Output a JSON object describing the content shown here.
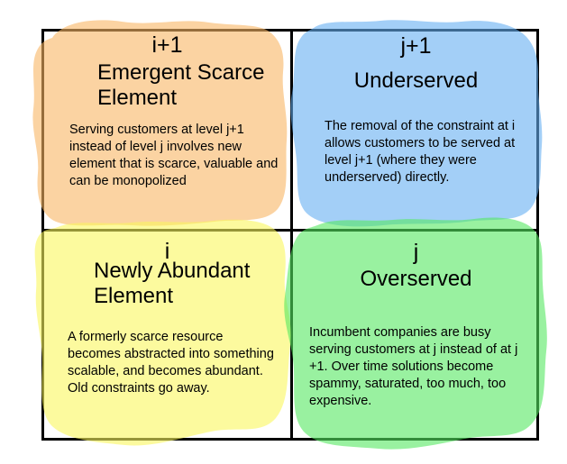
{
  "diagram": {
    "background": "#FFFFFF",
    "line_color": "#000000",
    "quadrants": {
      "top_left": {
        "axis_label": "i+1",
        "title": "Emergent Scarce\nElement",
        "body": "Serving customers at level j+1\ninstead of level j involves new\nelement that is scarce, valuable and\ncan be monopolized",
        "color": "#F8B664"
      },
      "top_right": {
        "axis_label": "j+1",
        "title": "Underserved",
        "body": "The removal of the constraint at i\nallows customers to be served at\nlevel j+1 (where they were\nunderserved) directly.",
        "color": "#66AFF2"
      },
      "bottom_left": {
        "axis_label": "i",
        "title": "Newly Abundant\nElement",
        "body": "A formerly scarce resource\nbecomes abstracted into something\nscalable, and becomes abundant.\nOld constraints go away.",
        "color": "#FAF75D"
      },
      "bottom_right": {
        "axis_label": "j",
        "title": "Overserved",
        "body": "Incumbent companies are busy\nserving customers at j instead of at j\n+1. Over time solutions become\nspammy, saturated, too much, too\nexpensive.",
        "color": "#55E861"
      }
    }
  }
}
